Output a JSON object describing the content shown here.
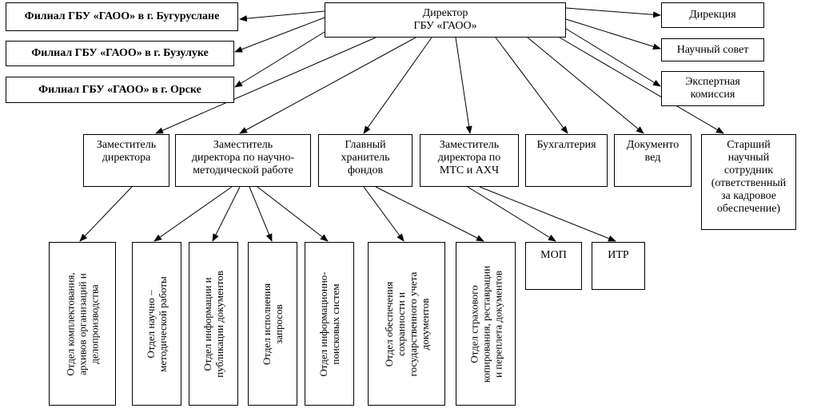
{
  "director": "Директор\nГБУ «ГАОО»",
  "branches": [
    "Филиал ГБУ «ГАОО» в г. Бугуруслане",
    "Филиал ГБУ «ГАОО» в г. Бузулуке",
    "Филиал ГБУ «ГАОО» в г. Орске"
  ],
  "councils": [
    "Дирекция",
    "Научный совет",
    "Экспертная\nкомиссия"
  ],
  "units": [
    "Заместитель\nдиректора",
    "Заместитель\nдиректора по научно-\nметодической работе",
    "Главный\nхранитель\nфондов",
    "Заместитель\nдиректора по\nМТС и АХЧ",
    "Бухгалтерия",
    "Документо\nвед",
    "Старший\nнаучный\nсотрудник\n(ответственный\nза кадровое\nобеспечение)"
  ],
  "departments": [
    "Отдел комплектования,\nархивов организаций и\nделопроизводства",
    "Отдел научно –\nметодической работы",
    "Отдел информации и\nпубликации документов",
    "Отдел исполнения\nзапросов",
    "Отдел информационно-\nпоисковых систем",
    "Отдел обеспечения\nсохранности и\nгосударственного учета\nдокументов",
    "Отдел страхового\nкопирования, реставрации\nи переплета документов"
  ],
  "staff": [
    "МОП",
    "ИТР"
  ]
}
